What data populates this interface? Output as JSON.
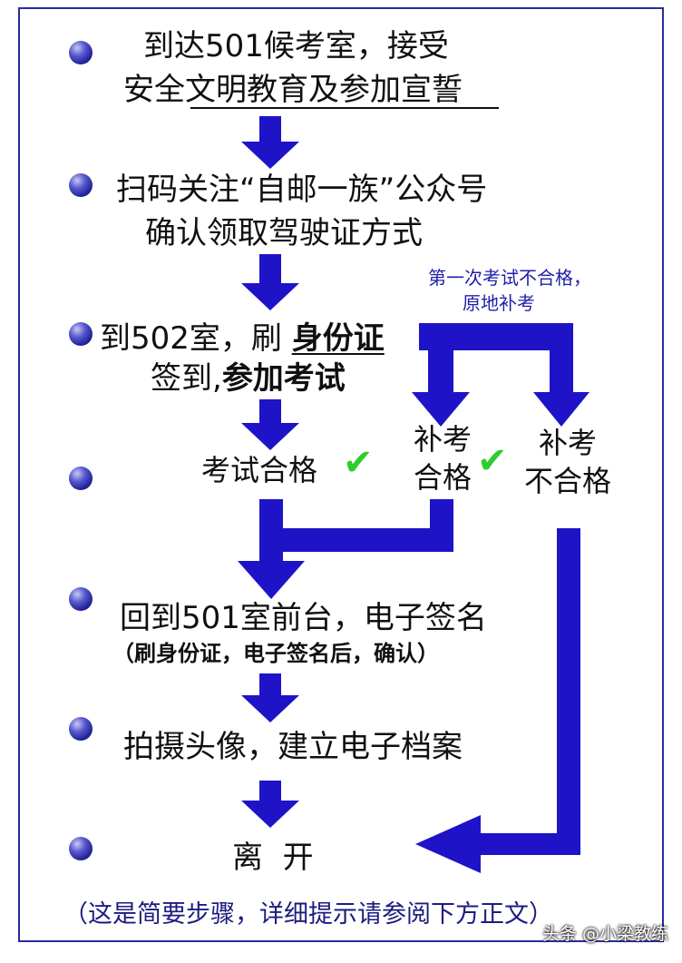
{
  "steps": {
    "s1_line1": "到达501候考室，接受",
    "s1_line2": "安全文明教育及参加宣誓",
    "s2_line1": "扫码关注“自邮一族”公众号",
    "s2_line2": "确认领取驾驶证方式",
    "s3_part1": "到502室，刷 ",
    "s3_part2": "身份证",
    "s3_line2a": "签到,",
    "s3_line2b": "参加考试",
    "pass": "考试合格",
    "retake_pass_1": "补考",
    "retake_pass_2": "合格",
    "retake_fail_1": "补考",
    "retake_fail_2": "不合格",
    "s5_line1": "回到501室前台，电子签名",
    "s5_line2": "（刷身份证，电子签名后，确认）",
    "s6": "拍摄头像，建立电子档案",
    "s7": "离  开"
  },
  "retake_note": {
    "line1": "第一次考试不合格，",
    "line2": "原地补考"
  },
  "footnote": "（这是简要步骤，详细提示请参阅下方正文）",
  "watermark": "头条 @小梁教练",
  "check_icon": "✔",
  "colors": {
    "arrow": "#1f13c8",
    "frame": "#2a2aa0",
    "check": "#2ecc2e",
    "note": "#1f1fa8"
  }
}
